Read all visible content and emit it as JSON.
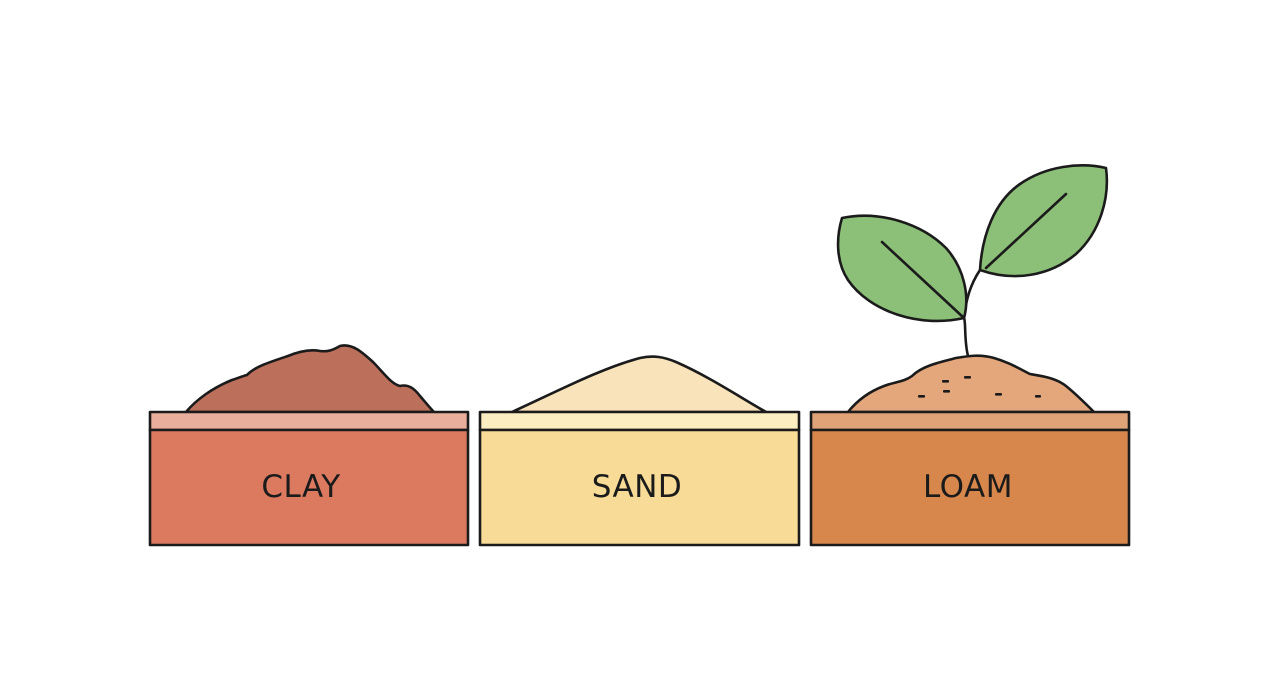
{
  "soils": [
    {
      "label": "CLAY",
      "colors": {
        "body": "#dc7a60",
        "rim": "#eaae9c",
        "pile": "#bc6f5b"
      }
    },
    {
      "label": "SAND",
      "colors": {
        "body": "#f8db96",
        "rim": "#fbeec0",
        "pile": "#f9e3bb"
      }
    },
    {
      "label": "LOAM",
      "colors": {
        "body": "#d8874c",
        "rim": "#e0a377",
        "pile": "#e4a67b"
      }
    }
  ],
  "sprout": {
    "leaf_color": "#8cbf78",
    "stroke_color": "#1b1b1b"
  }
}
